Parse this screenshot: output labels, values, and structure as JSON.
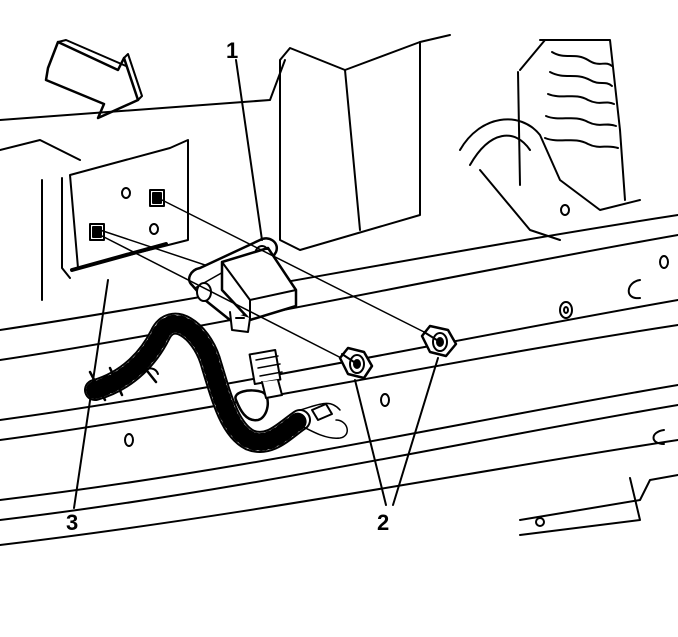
{
  "diagram": {
    "callouts": {
      "c1": "1",
      "c2": "2",
      "c3": "3"
    },
    "colors": {
      "line": "#000000",
      "background": "#ffffff",
      "arrow_fill": "#ffffff"
    },
    "icons": {
      "direction": "front-direction-arrow-icon"
    }
  }
}
